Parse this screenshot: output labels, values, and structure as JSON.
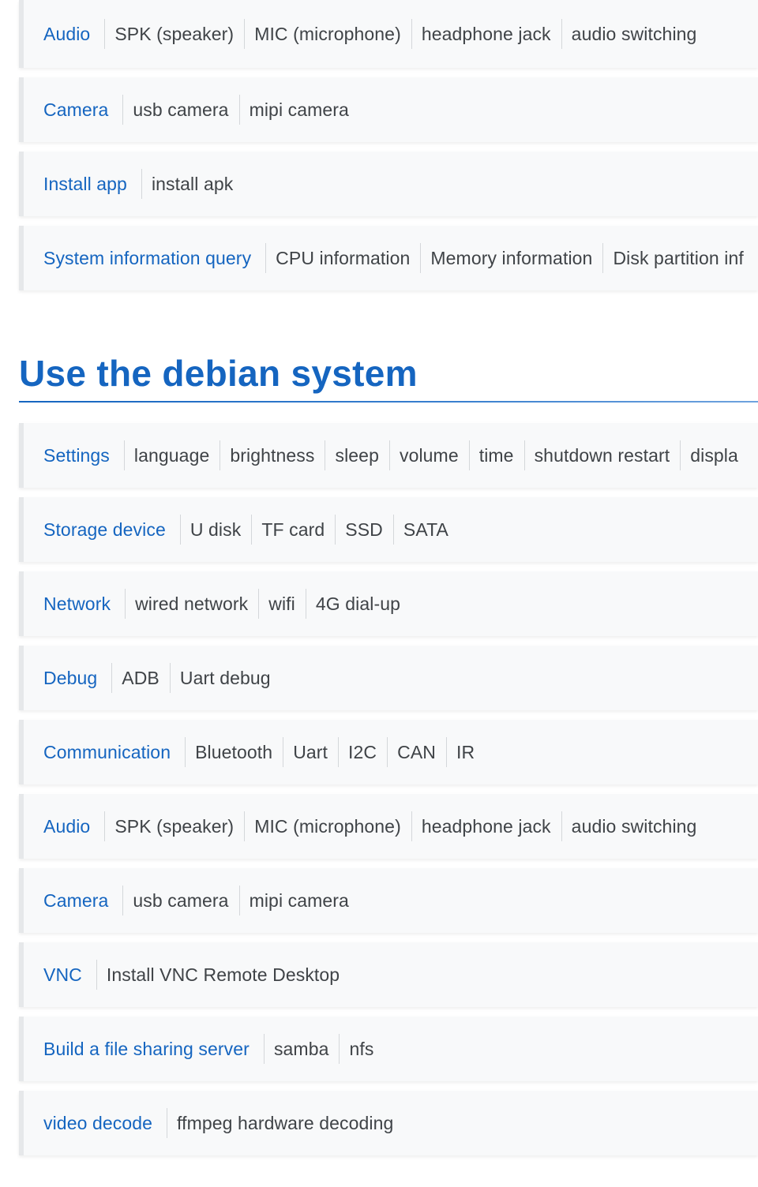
{
  "top_rows": [
    {
      "category": "Audio",
      "items": [
        "SPK (speaker)",
        "MIC (microphone)",
        "headphone jack",
        "audio switching"
      ]
    },
    {
      "category": "Camera",
      "items": [
        "usb camera",
        "mipi camera"
      ]
    },
    {
      "category": "Install app",
      "items": [
        "install apk"
      ]
    },
    {
      "category": "System information query",
      "items": [
        "CPU information",
        "Memory information",
        "Disk partition inf"
      ]
    }
  ],
  "section": {
    "title": "Use the debian system"
  },
  "bottom_rows": [
    {
      "category": "Settings",
      "items": [
        "language",
        "brightness",
        "sleep",
        "volume",
        "time",
        "shutdown restart",
        "displa"
      ]
    },
    {
      "category": "Storage device",
      "items": [
        "U disk",
        "TF card",
        "SSD",
        "SATA"
      ]
    },
    {
      "category": "Network",
      "items": [
        "wired network",
        "wifi",
        "4G dial-up"
      ]
    },
    {
      "category": "Debug",
      "items": [
        "ADB",
        "Uart debug"
      ]
    },
    {
      "category": "Communication",
      "items": [
        "Bluetooth",
        "Uart",
        "I2C",
        "CAN",
        "IR"
      ]
    },
    {
      "category": "Audio",
      "items": [
        "SPK (speaker)",
        "MIC (microphone)",
        "headphone jack",
        "audio switching"
      ]
    },
    {
      "category": "Camera",
      "items": [
        "usb camera",
        "mipi camera"
      ]
    },
    {
      "category": "VNC",
      "items": [
        "Install VNC Remote Desktop"
      ]
    },
    {
      "category": "Build a file sharing server",
      "items": [
        "samba",
        "nfs"
      ]
    },
    {
      "category": "video decode",
      "items": [
        "ffmpeg hardware decoding"
      ]
    }
  ]
}
